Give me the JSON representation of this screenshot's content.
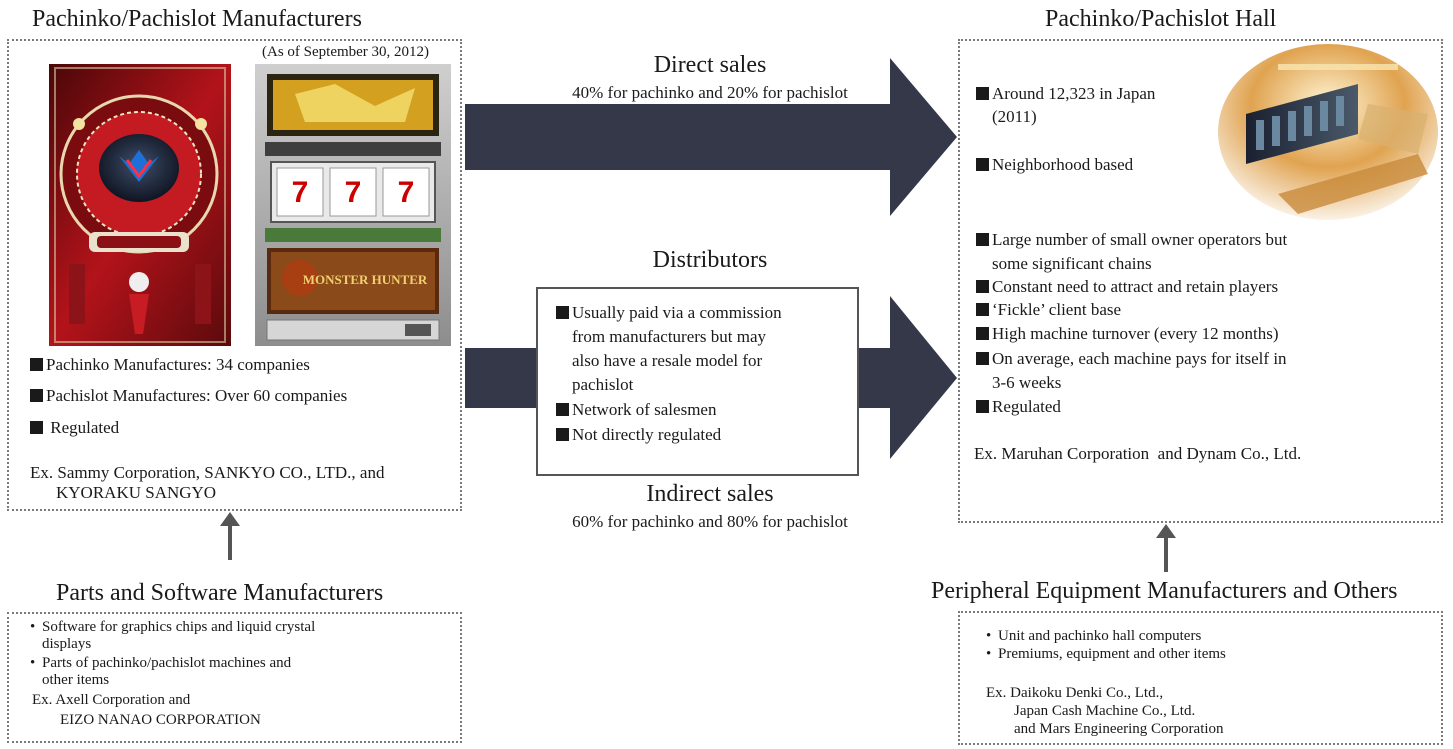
{
  "manufacturers": {
    "title": "Pachinko/Pachislot Manufacturers",
    "as_of": "(As of September 30, 2012)",
    "bullets": [
      "Pachinko Manufactures: 34 companies",
      "Pachislot Manufactures: Over 60 companies",
      " Regulated"
    ],
    "example_line1": "Ex. Sammy Corporation, SANKYO CO., LTD., and",
    "example_line2": "KYORAKU SANGYO",
    "slot_reel_text": "MONSTER HUNTER"
  },
  "hall": {
    "title": "Pachinko/Pachislot Hall",
    "top_bullets": [
      {
        "line1": "Around 12,323 in Japan",
        "line2": "(2011)"
      },
      {
        "line1": "Neighborhood based",
        "line2": ""
      }
    ],
    "bullets": [
      {
        "line1": "Large number of small owner operators but",
        "line2": "some significant chains"
      },
      {
        "line1": "Constant need to attract and retain players",
        "line2": ""
      },
      {
        "line1": "‘Fickle’ client base",
        "line2": ""
      },
      {
        "line1": "High machine turnover (every 12 months)",
        "line2": ""
      },
      {
        "line1": "On average, each machine pays for itself in",
        "line2": "3-6 weeks"
      },
      {
        "line1": "Regulated",
        "line2": ""
      }
    ],
    "example": "Ex. Maruhan Corporation  and Dynam Co., Ltd."
  },
  "direct": {
    "label": "Direct sales",
    "share": "40% for pachinko and 20% for pachislot"
  },
  "distributors": {
    "title": "Distributors",
    "bullets": [
      {
        "lines": [
          "Usually paid via a commission",
          "from manufacturers but may",
          "also have a resale model for",
          "pachislot"
        ]
      },
      {
        "lines": [
          "Network of salesmen"
        ]
      },
      {
        "lines": [
          "Not directly regulated"
        ]
      }
    ]
  },
  "indirect": {
    "label": "Indirect sales",
    "share": "60% for pachinko and 80% for pachislot"
  },
  "parts": {
    "title": "Parts and Software Manufacturers",
    "items": [
      {
        "lines": [
          "Software for graphics chips and liquid crystal",
          "displays"
        ]
      },
      {
        "lines": [
          "Parts of pachinko/pachislot machines and",
          "other items"
        ]
      }
    ],
    "example_line1": "Ex. Axell Corporation and",
    "example_line2": "EIZO NANAO CORPORATION"
  },
  "peripheral": {
    "title": "Peripheral Equipment Manufacturers and Others",
    "items": [
      "Unit and pachinko hall computers",
      "Premiums, equipment and other items"
    ],
    "example_lines": [
      "Ex. Daikoku Denki Co., Ltd.,",
      "Japan Cash Machine Co., Ltd.",
      "and Mars Engineering Corporation"
    ]
  },
  "colors": {
    "arrow": "#353849",
    "box_border": "#7a7a7a",
    "up_arrow": "#555555"
  }
}
